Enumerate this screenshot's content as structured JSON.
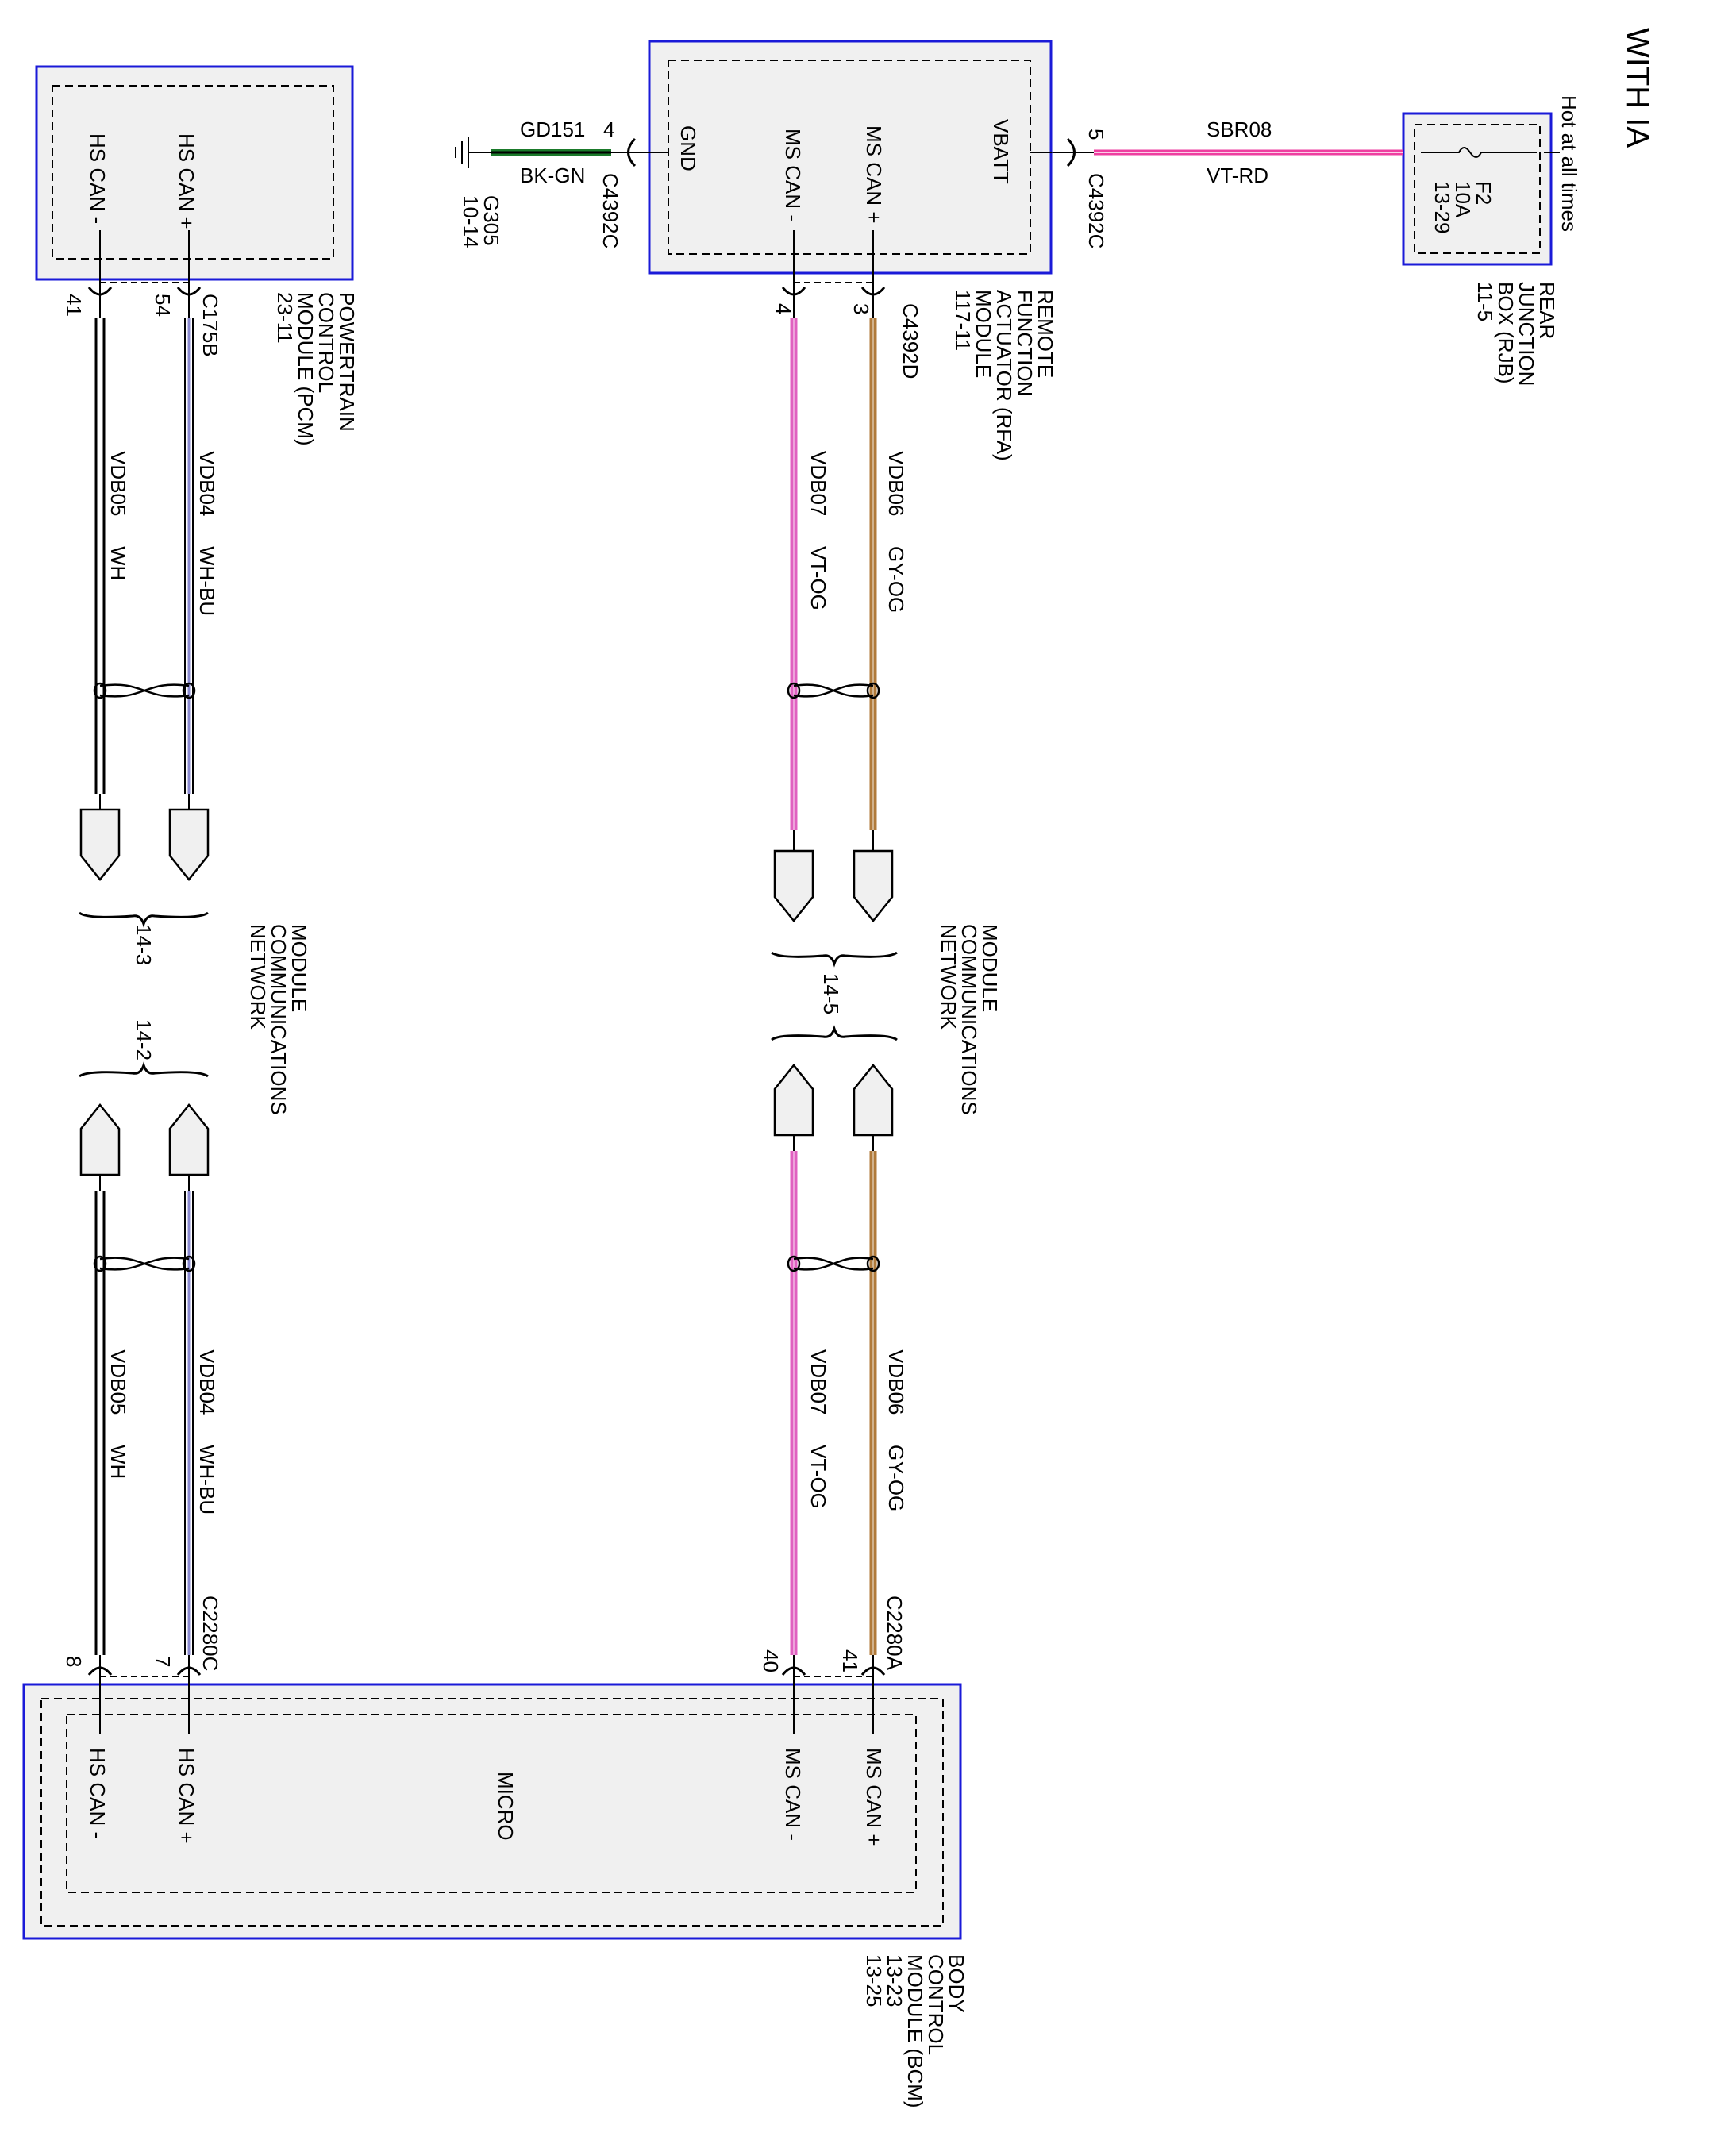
{
  "title": "WITH IA",
  "colors": {
    "module_border": "#1a1ad8",
    "module_fill": "#f0f0f0",
    "vt_rd": "#ee3ea0",
    "vt_og": "#e060c0",
    "gy_og": "#b07a3a",
    "bk_gn": "#1a7a2a",
    "wh": "#000000",
    "wh_bu": "#8a8ad0"
  },
  "rjb": {
    "label": [
      "REAR",
      "JUNCTION",
      "BOX (RJB)",
      "11-5"
    ],
    "fuse": [
      "F2",
      "10A",
      "13-29"
    ],
    "hot_label": "Hot at all times"
  },
  "vbatt_wire": {
    "circuit": "SBR08",
    "color": "VT-RD",
    "pin": "5",
    "connector": "C4392C"
  },
  "ground": {
    "circuit": "GD151",
    "color": "BK-GN",
    "pin": "4",
    "connector": "C4392C",
    "ground_id": "G305",
    "ground_ref": "10-14"
  },
  "rfa": {
    "label": [
      "REMOTE",
      "FUNCTION",
      "ACTUATOR (RFA)",
      "MODULE",
      "117-11"
    ],
    "pins": [
      "VBATT",
      "MS CAN +",
      "MS CAN -",
      "GND"
    ],
    "connector": "C4392D",
    "pin_ms_plus": "3",
    "pin_ms_minus": "4"
  },
  "pcm": {
    "label": [
      "POWERTRAIN",
      "CONTROL",
      "MODULE (PCM)",
      "23-11"
    ],
    "pins": [
      "HS CAN +",
      "HS CAN -"
    ],
    "connector": "C175B",
    "pin_hs_plus": "54",
    "pin_hs_minus": "41"
  },
  "wires": {
    "vdb06": {
      "circuit": "VDB06",
      "color": "GY-OG"
    },
    "vdb07": {
      "circuit": "VDB07",
      "color": "VT-OG"
    },
    "vdb04": {
      "circuit": "VDB04",
      "color": "WH-BU"
    },
    "vdb05": {
      "circuit": "VDB05",
      "color": "WH"
    }
  },
  "network": {
    "label": [
      "MODULE",
      "COMMUNICATIONS",
      "NETWORK"
    ],
    "ms_ref": "14-5",
    "hs_ref_top": "14-3",
    "hs_ref_bottom": "14-2"
  },
  "bcm": {
    "label": [
      "BODY",
      "CONTROL",
      "MODULE (BCM)",
      "13-23",
      "13-25"
    ],
    "pins": [
      "MS CAN +",
      "MS CAN -",
      "MICRO",
      "HS CAN +",
      "HS CAN -"
    ],
    "connector_ms": "C2280A",
    "pin_ms_plus": "41",
    "pin_ms_minus": "40",
    "connector_hs": "C2280C",
    "pin_hs_plus": "7",
    "pin_hs_minus": "8"
  }
}
